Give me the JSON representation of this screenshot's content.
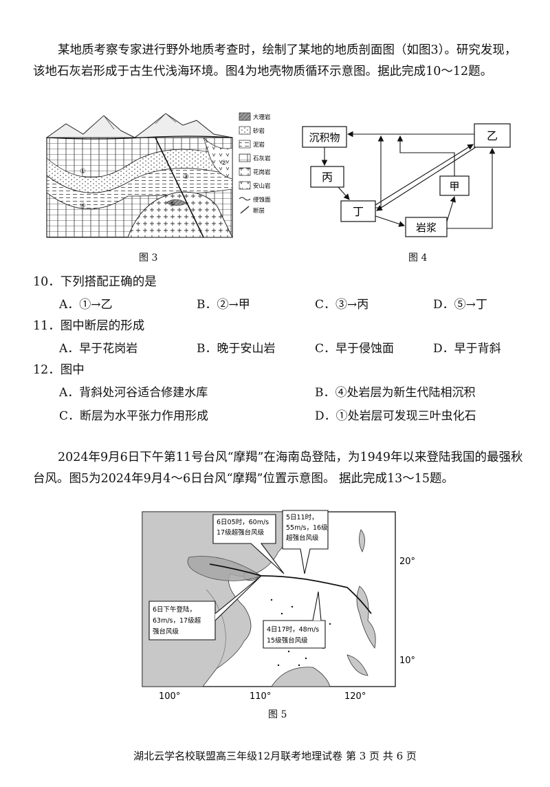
{
  "intro1": "某地质考察专家进行野外地质考查时，绘制了某地的地质剖面图（如图3）。研究发现，该地石灰岩形成于古生代浅海环境。图4为地壳物质循环示意图。据此完成10～12题。",
  "fig3": {
    "caption": "图 3",
    "legend": [
      "大理岩",
      "砂岩",
      "泥岩",
      "石灰岩",
      "花岗岩",
      "安山岩",
      "侵蚀面",
      "断层"
    ],
    "markers": [
      "①",
      "②",
      "③",
      "④",
      "⑤"
    ]
  },
  "fig4": {
    "caption": "图 4",
    "nodes": {
      "sediment": "沉积物",
      "yi": "乙",
      "bing": "丙",
      "jia": "甲",
      "ding": "丁",
      "magma": "岩浆"
    }
  },
  "q10": {
    "stem": "10．下列搭配正确的是",
    "a": "A．①→乙",
    "b": "B．②→甲",
    "c": "C．③→丙",
    "d": "D．⑤→丁"
  },
  "q11": {
    "stem": "11．图中断层的形成",
    "a": "A．早于花岗岩",
    "b": "B．晚于安山岩",
    "c": "C．早于侵蚀面",
    "d": "D．早于背斜"
  },
  "q12": {
    "stem": "12．图中",
    "a": "A．背斜处河谷适合修建水库",
    "b": "B．④处岩层为新生代陆相沉积",
    "c": "C．断层为水平张力作用形成",
    "d": "D．①处岩层可发现三叶虫化石"
  },
  "intro2": "2024年9月6日下午第11号台风“摩羯”在海南岛登陆，为1949年以来登陆我国的最强秋台风。图5为2024年9月4～6日台风“摩羯”位置示意图。 据此完成13～15题。",
  "fig5": {
    "caption": "图 5",
    "callouts": {
      "c1": [
        "6日05时，60m/s",
        "17级超强台风级"
      ],
      "c2": [
        "5日11时，",
        "55m/s，16级",
        "超强台风级"
      ],
      "c3": [
        "6日下午登陆，",
        "63m/s，17级超",
        "强台风级"
      ],
      "c4": [
        "4日17时，48m/s",
        "15级强台风级"
      ]
    },
    "lon_labels": [
      "100°",
      "110°",
      "120°"
    ],
    "lat_labels": [
      "20°",
      "10°"
    ]
  },
  "footer": "湖北云学名校联盟高三年级12月联考地理试卷 第 3 页 共 6 页"
}
